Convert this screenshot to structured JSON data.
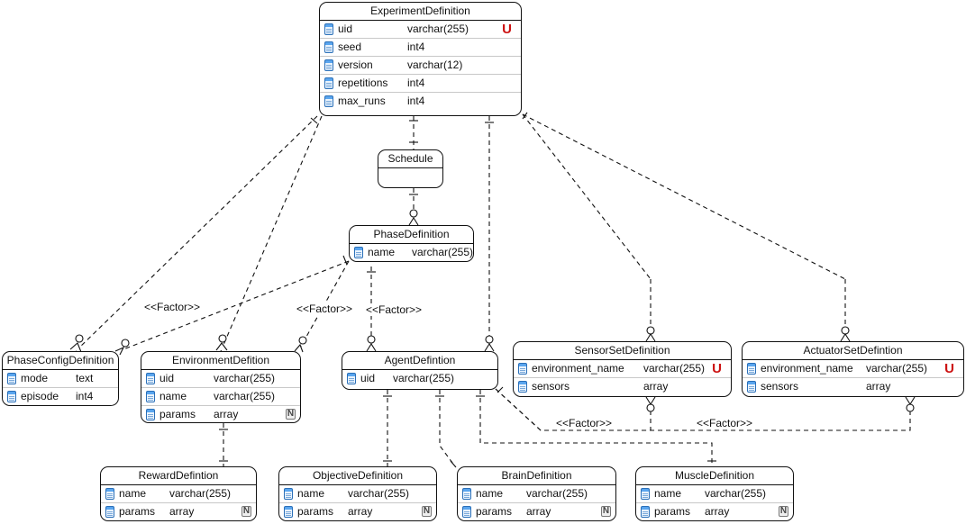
{
  "entities": {
    "experiment": {
      "title": "ExperimentDefinition",
      "columns": [
        {
          "name": "uid",
          "type": "varchar(255)",
          "marker": "U"
        },
        {
          "name": "seed",
          "type": "int4"
        },
        {
          "name": "version",
          "type": "varchar(12)"
        },
        {
          "name": "repetitions",
          "type": "int4"
        },
        {
          "name": "max_runs",
          "type": "int4"
        }
      ]
    },
    "schedule": {
      "title": "Schedule",
      "columns": []
    },
    "phase": {
      "title": "PhaseDefinition",
      "columns": [
        {
          "name": "name",
          "type": "varchar(255)"
        }
      ]
    },
    "phase_config": {
      "title": "PhaseConfigDefinition",
      "columns": [
        {
          "name": "mode",
          "type": "text"
        },
        {
          "name": "episode",
          "type": "int4"
        }
      ]
    },
    "environment": {
      "title": "EnvironmentDefition",
      "columns": [
        {
          "name": "uid",
          "type": "varchar(255)"
        },
        {
          "name": "name",
          "type": "varchar(255)"
        },
        {
          "name": "params",
          "type": "array",
          "marker": "N"
        }
      ]
    },
    "agent": {
      "title": "AgentDefintion",
      "columns": [
        {
          "name": "uid",
          "type": "varchar(255)"
        }
      ]
    },
    "sensor_set": {
      "title": "SensorSetDefinition",
      "columns": [
        {
          "name": "environment_name",
          "type": "varchar(255)",
          "marker": "U"
        },
        {
          "name": "sensors",
          "type": "array"
        }
      ]
    },
    "actuator_set": {
      "title": "ActuatorSetDefintion",
      "columns": [
        {
          "name": "environment_name",
          "type": "varchar(255)",
          "marker": "U"
        },
        {
          "name": "sensors",
          "type": "array"
        }
      ]
    },
    "reward": {
      "title": "RewardDefintion",
      "columns": [
        {
          "name": "name",
          "type": "varchar(255)"
        },
        {
          "name": "params",
          "type": "array",
          "marker": "N"
        }
      ]
    },
    "objective": {
      "title": "ObjectiveDefinition",
      "columns": [
        {
          "name": "name",
          "type": "varchar(255)"
        },
        {
          "name": "params",
          "type": "array",
          "marker": "N"
        }
      ]
    },
    "brain": {
      "title": "BrainDefinition",
      "columns": [
        {
          "name": "name",
          "type": "varchar(255)"
        },
        {
          "name": "params",
          "type": "array",
          "marker": "N"
        }
      ]
    },
    "muscle": {
      "title": "MuscleDefinition",
      "columns": [
        {
          "name": "name",
          "type": "varchar(255)"
        },
        {
          "name": "params",
          "type": "array",
          "marker": "N"
        }
      ]
    }
  },
  "edge_labels": {
    "phase_to_config": "<<Factor>>",
    "phase_to_environment": "<<Factor>>",
    "phase_to_agent": "<<Factor>>",
    "agent_to_sensor": "<<Factor>>",
    "agent_to_actuator": "<<Factor>>"
  }
}
